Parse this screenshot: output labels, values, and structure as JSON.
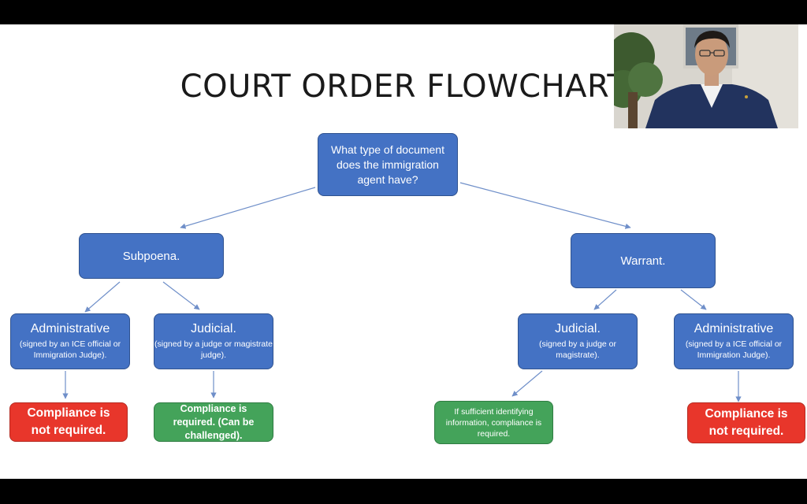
{
  "title": "COURT ORDER FLOWCHART",
  "root": {
    "text": "What type of document does the immigration agent have?"
  },
  "left": {
    "label": "Subpoena.",
    "admin": {
      "title": "Administrative",
      "note": "(signed by an ICE official or Immigration Judge)."
    },
    "judicial": {
      "title": "Judicial.",
      "note": "(signed by a judge or magistrate judge)."
    },
    "admin_result": "Compliance is not required.",
    "judicial_result": "Compliance is required. (Can be challenged)."
  },
  "right": {
    "label": "Warrant.",
    "judicial": {
      "title": "Judicial.",
      "note": "(signed by a judge or magistrate)."
    },
    "admin": {
      "title": "Administrative",
      "note": "(signed by a ICE official or Immigration Judge)."
    },
    "judicial_result": "If sufficient identifying information, compliance is required.",
    "admin_result": "Compliance is not required."
  },
  "colors": {
    "blue": "#4472c4",
    "red": "#e8362b",
    "green": "#44a35a",
    "arrow": "#6f8fc9"
  }
}
